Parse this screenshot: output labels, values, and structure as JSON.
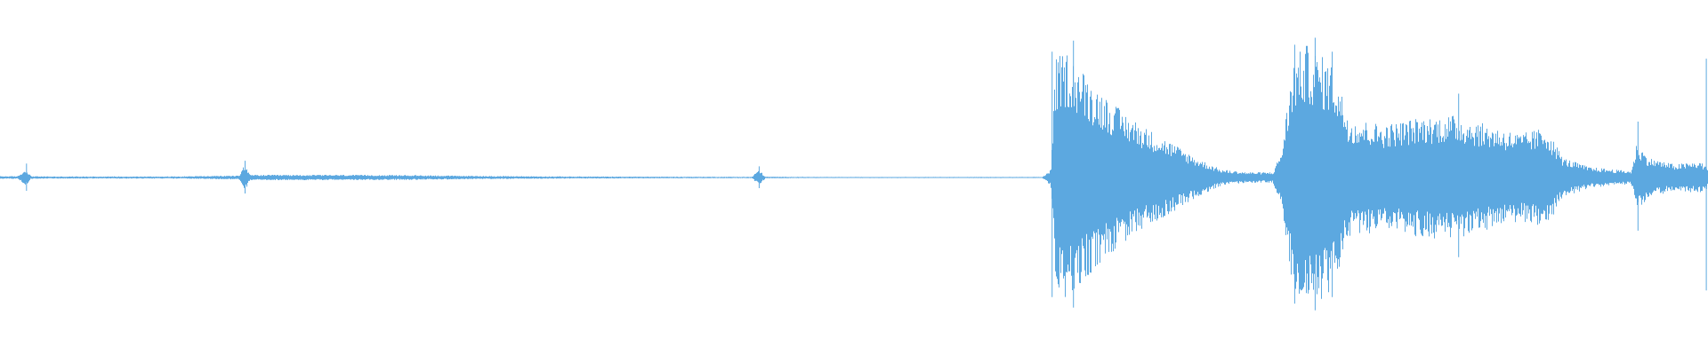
{
  "waveform": {
    "color": "#5ca8e0",
    "background": "#ffffff",
    "amplitude_envelope": [
      [
        0.0,
        0.01
      ],
      [
        0.01,
        0.01
      ],
      [
        0.015,
        0.06
      ],
      [
        0.018,
        0.01
      ],
      [
        0.03,
        0.008
      ],
      [
        0.1,
        0.008
      ],
      [
        0.14,
        0.015
      ],
      [
        0.143,
        0.11
      ],
      [
        0.146,
        0.02
      ],
      [
        0.16,
        0.02
      ],
      [
        0.2,
        0.02
      ],
      [
        0.24,
        0.018
      ],
      [
        0.28,
        0.012
      ],
      [
        0.33,
        0.008
      ],
      [
        0.4,
        0.006
      ],
      [
        0.44,
        0.005
      ],
      [
        0.444,
        0.06
      ],
      [
        0.448,
        0.006
      ],
      [
        0.48,
        0.004
      ],
      [
        0.56,
        0.004
      ],
      [
        0.61,
        0.004
      ],
      [
        0.615,
        0.06
      ],
      [
        0.618,
        0.9
      ],
      [
        0.625,
        0.95
      ],
      [
        0.64,
        0.7
      ],
      [
        0.655,
        0.52
      ],
      [
        0.67,
        0.38
      ],
      [
        0.685,
        0.27
      ],
      [
        0.7,
        0.15
      ],
      [
        0.715,
        0.06
      ],
      [
        0.73,
        0.04
      ],
      [
        0.745,
        0.04
      ],
      [
        0.75,
        0.2
      ],
      [
        0.757,
        0.9
      ],
      [
        0.765,
        1.0
      ],
      [
        0.78,
        0.85
      ],
      [
        0.79,
        0.45
      ],
      [
        0.81,
        0.4
      ],
      [
        0.83,
        0.45
      ],
      [
        0.85,
        0.47
      ],
      [
        0.87,
        0.4
      ],
      [
        0.89,
        0.33
      ],
      [
        0.905,
        0.38
      ],
      [
        0.915,
        0.15
      ],
      [
        0.93,
        0.08
      ],
      [
        0.945,
        0.06
      ],
      [
        0.955,
        0.05
      ],
      [
        0.958,
        0.26
      ],
      [
        0.965,
        0.15
      ],
      [
        0.98,
        0.1
      ],
      [
        0.995,
        0.12
      ],
      [
        1.0,
        0.08
      ]
    ],
    "transient_spikes": [
      [
        0.0155,
        0.1
      ],
      [
        0.1435,
        0.12
      ],
      [
        0.4445,
        0.08
      ],
      [
        0.616,
        0.9
      ],
      [
        0.6285,
        0.98
      ],
      [
        0.758,
        0.95
      ],
      [
        0.77,
        1.0
      ],
      [
        0.78,
        0.9
      ],
      [
        0.854,
        0.6
      ],
      [
        0.959,
        0.4
      ],
      [
        0.999,
        0.85
      ]
    ]
  }
}
